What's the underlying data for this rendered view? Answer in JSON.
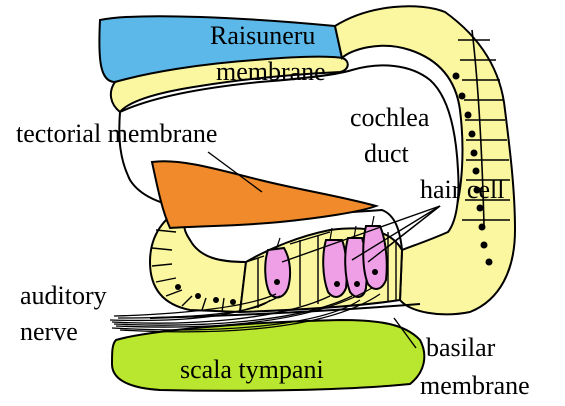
{
  "labels": {
    "reissner_line1": "Raisuneru",
    "reissner_line2": "membrane",
    "tectorial": "tectorial membrane",
    "cochlea_line1": "cochlea",
    "cochlea_line2": "duct",
    "hair_cell": "hair cell",
    "auditory_line1": "auditory",
    "auditory_line2": "nerve",
    "scala_tympani": "scala tympani",
    "basilar_line1": "basilar",
    "basilar_line2": "membrane"
  },
  "colors": {
    "scala_vestibuli": "#5cb8e8",
    "epithelium": "#fbf7a0",
    "tectorial": "#f08a2a",
    "hair_cell": "#ee9fe6",
    "scala_tympani": "#b9e62e",
    "outline": "#000000"
  }
}
